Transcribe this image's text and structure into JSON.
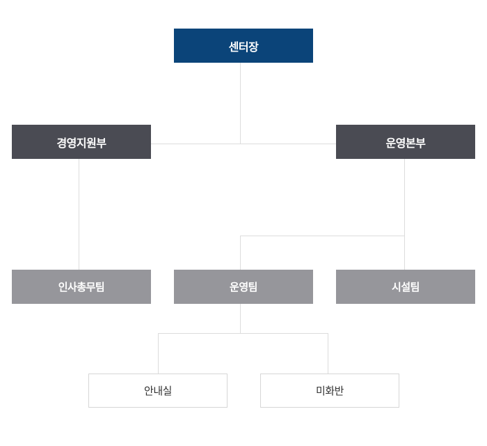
{
  "org_chart": {
    "center_head": "센터장",
    "management_support_division": "경영지원부",
    "operations_division": "운영본부",
    "hr_general_affairs_team": "인사총무팀",
    "operations_team": "운영팀",
    "facilities_team": "시설팀",
    "information_office": "안내실",
    "beautification_unit": "미화반"
  },
  "colors": {
    "top_level": "#0b4479",
    "division": "#4a4b53",
    "team": "#96969b",
    "unit_border": "#d6d6d6",
    "connector": "#dcdcdc"
  }
}
